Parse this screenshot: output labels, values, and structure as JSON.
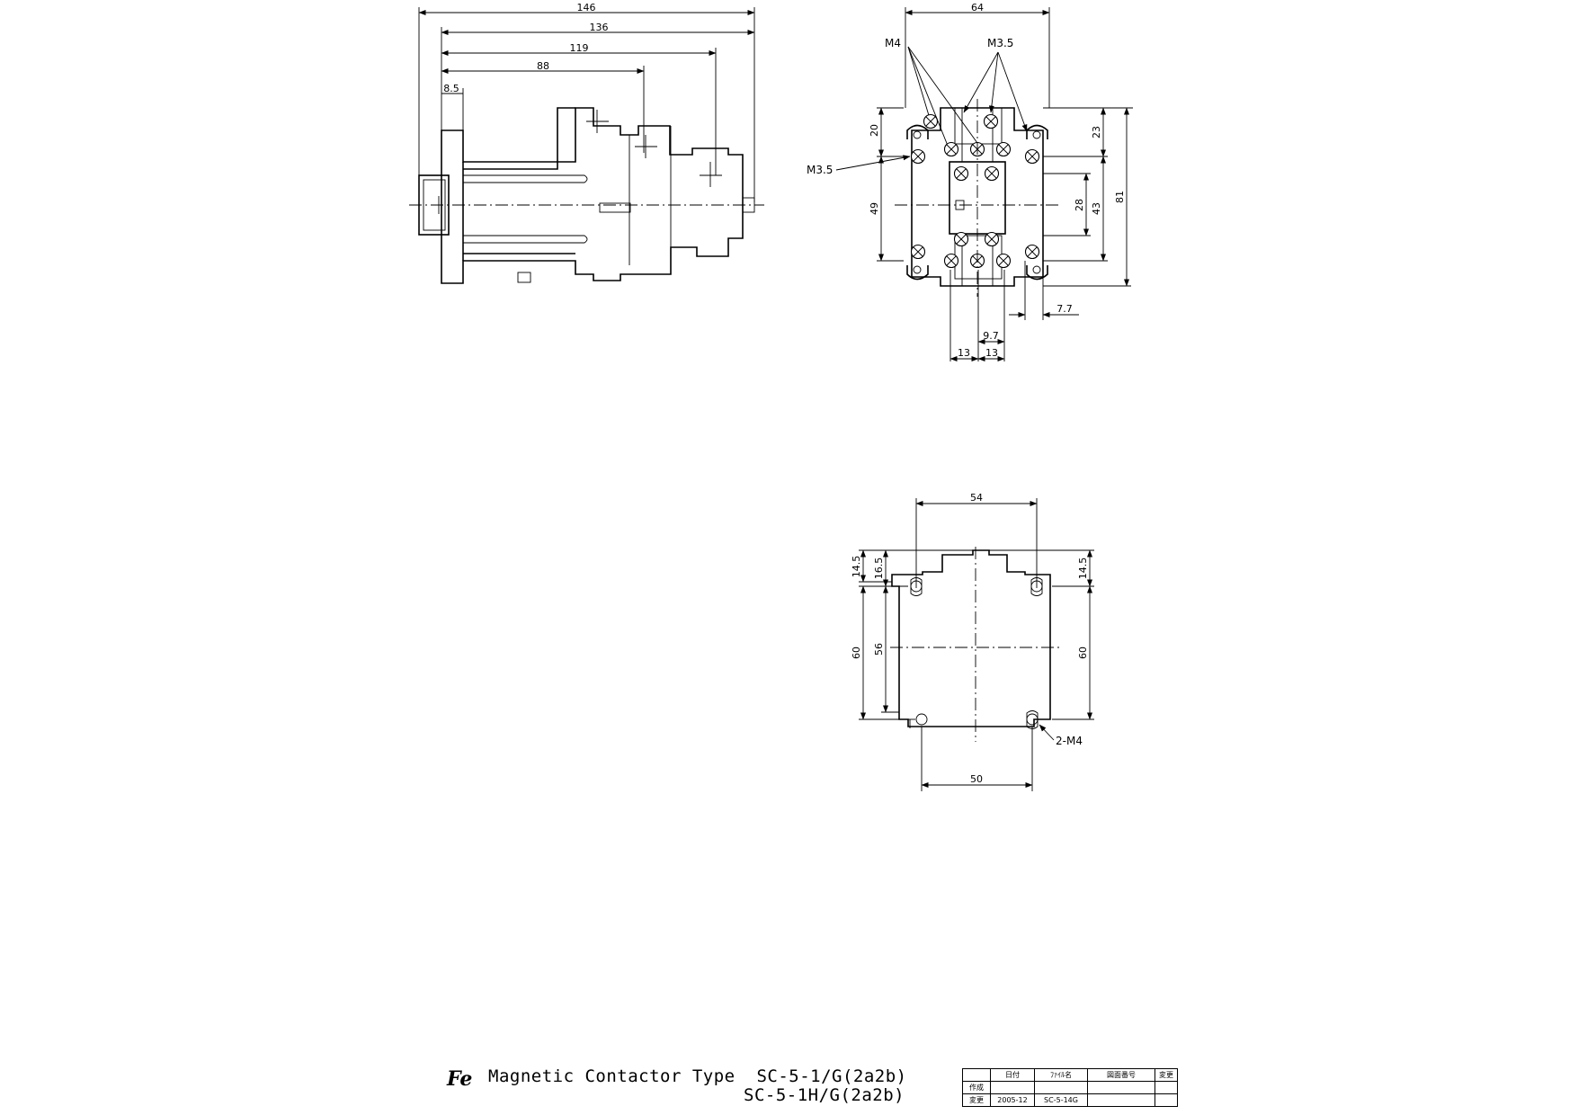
{
  "side_view": {
    "dims": [
      "146",
      "136",
      "119",
      "88",
      "8.5"
    ]
  },
  "front_view": {
    "labels": [
      "M4",
      "M3.5",
      "M3.5"
    ],
    "dims": [
      "64",
      "20",
      "49",
      "23",
      "43",
      "28",
      "81",
      "7.7",
      "9.7",
      "13",
      "13"
    ]
  },
  "mount_view": {
    "dims": [
      "54",
      "14.5",
      "16.5",
      "60",
      "56",
      "60",
      "14.5",
      "50"
    ],
    "label": "2-M4"
  },
  "title": {
    "logo": "Fe",
    "line1": "Magnetic Contactor Type  SC-5-1/G(2a2b)",
    "line2": "SC-5-1H/G(2a2b)"
  },
  "title_block": {
    "headers": [
      "",
      "日付",
      "ﾌｧｲﾙ名",
      "図面番号",
      "変更"
    ],
    "row1": [
      "作成",
      "",
      "",
      "",
      ""
    ],
    "row2": [
      "変更",
      "2005-12",
      "SC-5-14G",
      "",
      ""
    ]
  }
}
